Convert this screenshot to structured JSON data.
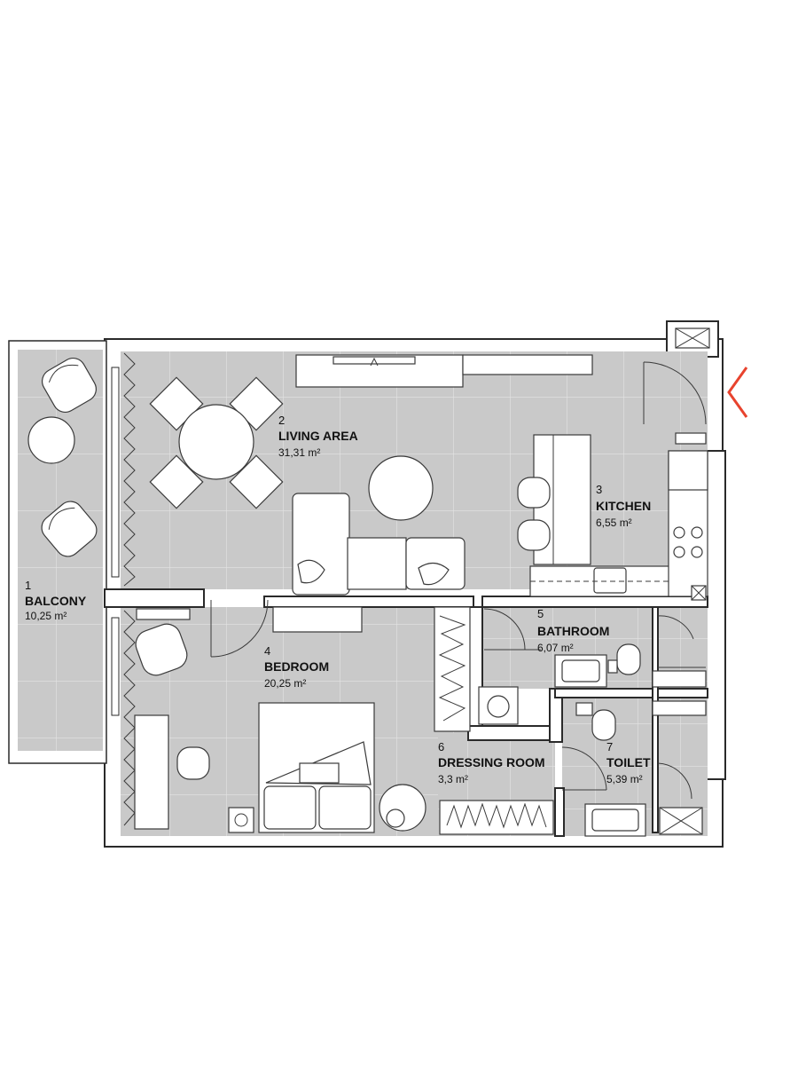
{
  "rooms": [
    {
      "number": "1",
      "name": "BALCONY",
      "area": "10,25 m²"
    },
    {
      "number": "2",
      "name": "LIVING AREA",
      "area": "31,31 m²"
    },
    {
      "number": "3",
      "name": "KITCHEN",
      "area": "6,55 m²"
    },
    {
      "number": "4",
      "name": "BEDROOM",
      "area": "20,25 m²"
    },
    {
      "number": "5",
      "name": "BATHROOM",
      "area": "6,07 m²"
    },
    {
      "number": "6",
      "name": "DRESSING ROOM",
      "area": "3,3 m²"
    },
    {
      "number": "7",
      "name": "TOILET",
      "area": "5,39 m²"
    }
  ],
  "entrance_marker": {
    "icon": "entrance-chevron-icon",
    "color": "#e8432e"
  },
  "colors": {
    "floor": "#c9c9c9",
    "wall": "#2a2a2a",
    "tile_grid": "#e6e6e6"
  }
}
